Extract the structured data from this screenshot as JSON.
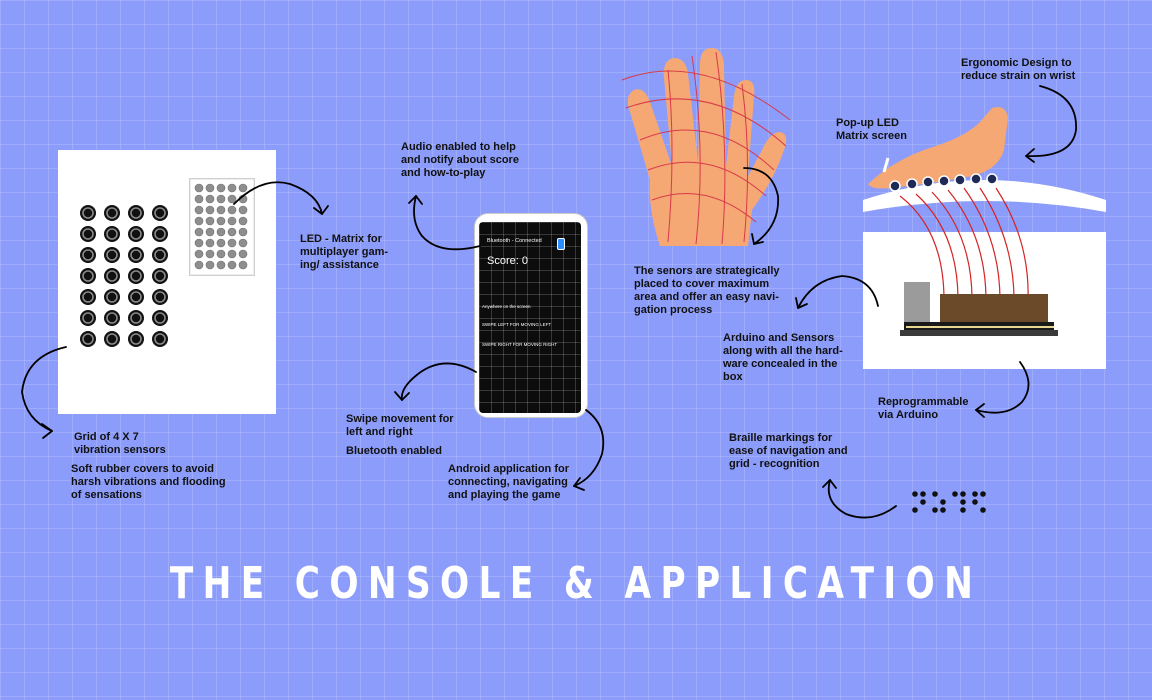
{
  "title": "THE CONSOLE & APPLICATION",
  "colors": {
    "background": "#8C9CFA",
    "panel": "#FFFFFF",
    "annotation_text": "#111111",
    "arrow": "#000000",
    "sensor_wires": "#D42424",
    "skin": "#F5A774",
    "palm_lines": "#D73A4A",
    "phone_screen": "#0C0C0C"
  },
  "annotations": {
    "grid_sensors": "Grid of 4 X 7\nvibration sensors",
    "rubber_covers": "Soft rubber covers to avoid\nharsh vibrations and flooding\nof sensations",
    "led_matrix": "LED - Matrix for\nmultiplayer gam-\ning/ assistance",
    "audio": "Audio enabled to help\nand notify about score\nand how-to-play",
    "swipe": "Swipe movement for\nleft and right",
    "bluetooth": "Bluetooth enabled",
    "android_app": "Android application for\nconnecting, navigating\nand playing the game",
    "sensors_placement": "The senors are strategically\nplaced to cover maximum\narea and offer an easy navi-\ngation process",
    "ergonomic": "Ergonomic Design to\nreduce strain on wrist",
    "popup_led": "Pop-up LED\nMatrix screen",
    "arduino_hardware": "Arduino and Sensors\nalong with all the hard-\nware concealed in the\nbox",
    "reprogrammable": "Reprogrammable\nvia Arduino",
    "braille": "Braille markings for\nease of navigation and\ngrid - recognition"
  },
  "phone": {
    "status": "Bluetooth - Connected",
    "score": "Score: 0",
    "instructions": [
      "Anywhere on the screen",
      "SWIPE LEFT FOR MOVING LEFT",
      "SWIPE RIGHT FOR MOVING RIGHT"
    ]
  },
  "console": {
    "sensor_grid": {
      "columns": 4,
      "rows": 7
    },
    "led_matrix": {
      "columns": 5,
      "rows": 8
    }
  },
  "braille": {
    "cells": 4
  },
  "icons": [
    "curved-arrow-icon",
    "hand-illustration",
    "bluetooth-badge-icon",
    "braille-dots-icon"
  ]
}
